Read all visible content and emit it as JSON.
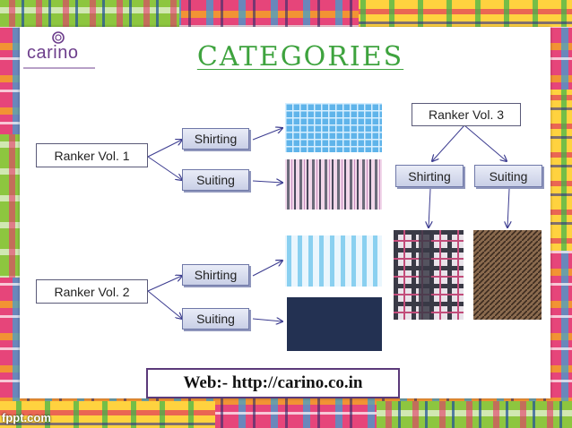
{
  "slide": {
    "title": "CATEGORIES",
    "logo_text": "carino",
    "web_label": "Web:- http://carino.co.in",
    "watermark": "fppt.com"
  },
  "ranker1": {
    "label": "Ranker Vol. 1",
    "shirting": "Shirting",
    "suiting": "Suiting"
  },
  "ranker2": {
    "label": "Ranker Vol. 2",
    "shirting": "Shirting",
    "suiting": "Suiting"
  },
  "ranker3": {
    "label": "Ranker Vol. 3",
    "shirting": "Shirting",
    "suiting": "Suiting"
  },
  "colors": {
    "title": "#3ea33e",
    "arrow": "#3b3b8f",
    "logo": "#6d3e8c"
  }
}
